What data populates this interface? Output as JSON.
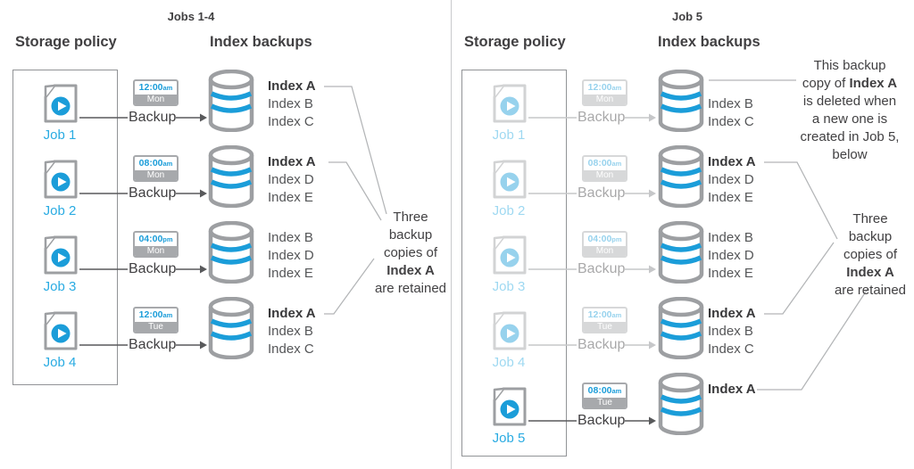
{
  "left": {
    "title": "Jobs 1-4",
    "storage_header": "Storage policy",
    "backups_header": "Index backups",
    "backup_label": "Backup",
    "rows": [
      {
        "job": "Job 1",
        "time": "12:00",
        "meridiem": "am",
        "day": "Mon",
        "indexes": [
          "Index A",
          "Index B",
          "Index C"
        ]
      },
      {
        "job": "Job 2",
        "time": "08:00",
        "meridiem": "am",
        "day": "Mon",
        "indexes": [
          "Index A",
          "Index D",
          "Index E"
        ]
      },
      {
        "job": "Job 3",
        "time": "04:00",
        "meridiem": "pm",
        "day": "Mon",
        "indexes": [
          "Index B",
          "Index D",
          "Index E"
        ]
      },
      {
        "job": "Job 4",
        "time": "12:00",
        "meridiem": "am",
        "day": "Tue",
        "indexes": [
          "Index A",
          "Index B",
          "Index C"
        ]
      }
    ],
    "retained_note": {
      "l1": "Three",
      "l2": "backup",
      "l3": "copies of",
      "l4": "Index A",
      "l5": "are retained"
    }
  },
  "right": {
    "title": "Job 5",
    "storage_header": "Storage policy",
    "backups_header": "Index backups",
    "backup_label": "Backup",
    "rows": [
      {
        "job": "Job 1",
        "time": "12:00",
        "meridiem": "am",
        "day": "Mon",
        "indexes": [
          "Index B",
          "Index C"
        ]
      },
      {
        "job": "Job 2",
        "time": "08:00",
        "meridiem": "am",
        "day": "Mon",
        "indexes": [
          "Index A",
          "Index D",
          "Index E"
        ]
      },
      {
        "job": "Job 3",
        "time": "04:00",
        "meridiem": "pm",
        "day": "Mon",
        "indexes": [
          "Index B",
          "Index D",
          "Index E"
        ]
      },
      {
        "job": "Job 4",
        "time": "12:00",
        "meridiem": "am",
        "day": "Tue",
        "indexes": [
          "Index A",
          "Index B",
          "Index C"
        ]
      },
      {
        "job": "Job 5",
        "time": "08:00",
        "meridiem": "am",
        "day": "Tue",
        "indexes": [
          "Index A"
        ]
      }
    ],
    "retained_note": {
      "l1": "Three",
      "l2": "backup",
      "l3": "copies of",
      "l4": "Index A",
      "l5": "are retained"
    },
    "deleted_note": {
      "l1": "This backup",
      "l2a": "copy of ",
      "l2b": "Index A",
      "l3": "is deleted when",
      "l4": "a new one is",
      "l5": "created in Job 5,",
      "l6": "below"
    }
  },
  "colors": {
    "accent_blue": "#1b9dd9",
    "job_label_blue": "#29abe2",
    "icon_gray": "#9d9fa2",
    "text_dark": "#414042",
    "text_mid": "#555658",
    "connector_gray": "#b3b5b7",
    "divider_gray": "#c9cacc"
  }
}
